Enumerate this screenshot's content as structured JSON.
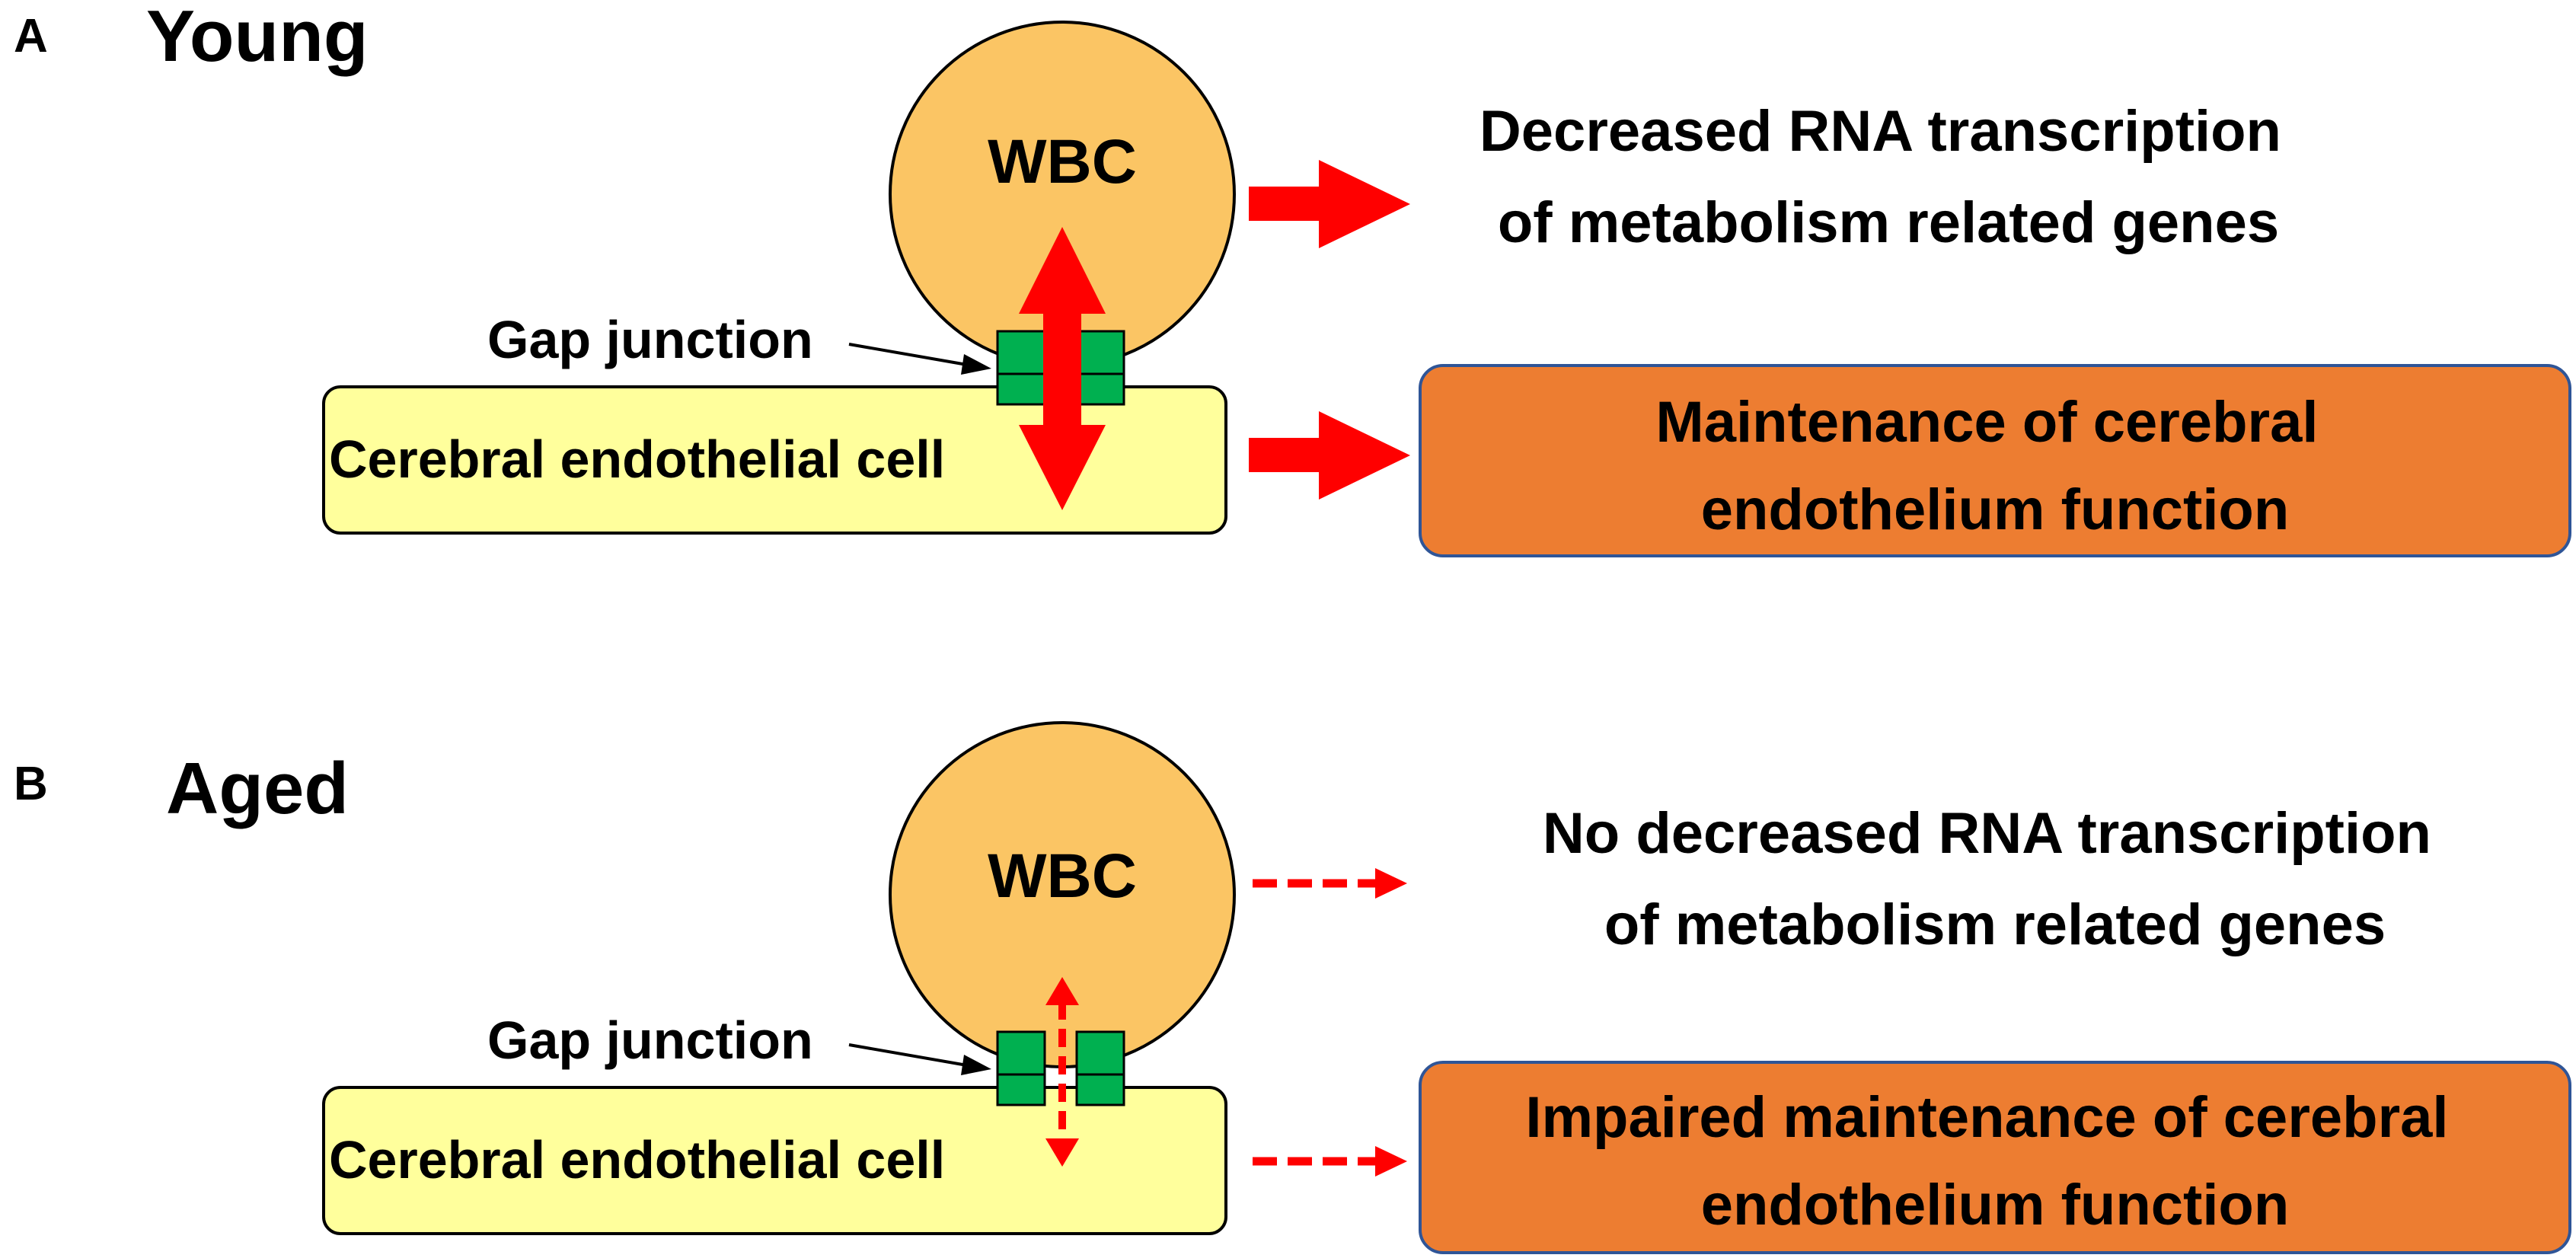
{
  "colors": {
    "wbc_fill": "#fbc564",
    "cell_fill": "#ffff9c",
    "box_fill": "#ed7d31",
    "box_stroke": "#2f5597",
    "gap_junction": "#00b050",
    "arrow": "#ff0000",
    "outline": "#000000"
  },
  "panels": [
    {
      "letter": "A",
      "title": "Young",
      "wbc_label": "WBC",
      "gap_label": "Gap junction",
      "cell_label": "Cerebral endothelial cell",
      "exchange": "strong",
      "outcome_1_lines": [
        "Decreased RNA transcription",
        "of metabolism related genes"
      ],
      "outcome_2_lines": [
        "Maintenance of cerebral",
        "endothelium function"
      ]
    },
    {
      "letter": "B",
      "title": "Aged",
      "wbc_label": "WBC",
      "gap_label": "Gap junction",
      "cell_label": "Cerebral endothelial cell",
      "exchange": "weak",
      "outcome_1_lines": [
        "No decreased RNA transcription",
        "of metabolism related genes"
      ],
      "outcome_2_lines": [
        "Impaired maintenance of cerebral",
        "endothelium function"
      ]
    }
  ]
}
